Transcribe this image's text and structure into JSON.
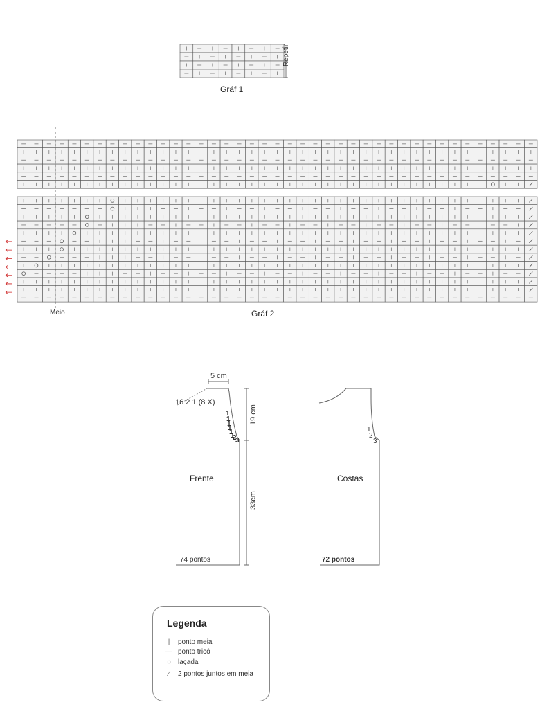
{
  "chart1": {
    "caption": "Gráf 1",
    "repeat_label": "Repetir",
    "rows": [
      "|-|-|-|-|-|-|-|-",
      "-|-|-|-|-|-|-|-|",
      "|-|-|-|-|-|-|-|-",
      "-|-|-|-|-|-|-|-|"
    ]
  },
  "chart2": {
    "caption": "Gráf 2",
    "middle_label": "Meio",
    "upper_rows": [
      "-----------------------------------------------",
      "|||||||||||||||||||||||||||||||||||||||||||||||",
      "-----------------------------------------------",
      "|||||||||||||||||||||||||||||||||||||||||||||||",
      "-----------------------------------------------",
      "|||||||||||||||||||||||||||||||||||||||||||||O||/"
    ],
    "lower_rows": [
      "||||||||||||||O||||||||||||||||||||||||||||||||/",
      "-------------O|||--|--|--|--|--|--|--|--|--|--/",
      "||||||||||||O||||||||||||||||||||||||||||||||||/",
      "-----------O-|||--|--|--|--|--|--|--|--|--|--|/",
      "||||||||||O|||||||||||||||||||||||||||||||||||/",
      "---------O--|||--|--|--|--|--|--|--|--|--|--|-/",
      "||||||||O||||||||||||||||||||||||||||||||||||/",
      "-------O---|||--|--|--|--|--|--|--|--|--|--|-/",
      "||||||O||||||||||||||||||||||||||||||||||||||/",
      "-----O----|||--|--|--|--|--|--|--|--|--|--|--/",
      "O||||||||||||||||||||||||||||||||||||||||||||||/",
      "||O||O||||||||||||||||||||||||||||||||||||||||/",
      "-----------------------------------------------"
    ]
  },
  "front": {
    "title": "Frente",
    "width_label": "5 cm",
    "shoulder_label": "19 cm",
    "body_label": "33cm",
    "neck_numbers": "16 2 1 (8 X)",
    "curve_numbers": [
      "1",
      "1",
      "1",
      "1",
      "1",
      "1",
      "2",
      "3"
    ],
    "bottom_label": "74 pontos"
  },
  "back": {
    "title": "Costas",
    "curve_numbers": [
      "1",
      "2",
      "3"
    ],
    "bottom_label": "72 pontos"
  },
  "legend": {
    "title": "Legenda",
    "items": [
      {
        "icon": "knit-stitch-icon",
        "symbol": "|",
        "label": "ponto meia"
      },
      {
        "icon": "purl-stitch-icon",
        "symbol": "—",
        "label": "ponto tricô"
      },
      {
        "icon": "yarn-over-icon",
        "symbol": "○",
        "label": "laçada"
      },
      {
        "icon": "k2tog-icon",
        "symbol": "⁄",
        "label": "2 pontos juntos em meia"
      }
    ]
  },
  "colors": {
    "grid_line": "#555555",
    "cell_fill": "#f2f2f2",
    "arrow": "#cc2222",
    "middle_line": "#555555"
  }
}
